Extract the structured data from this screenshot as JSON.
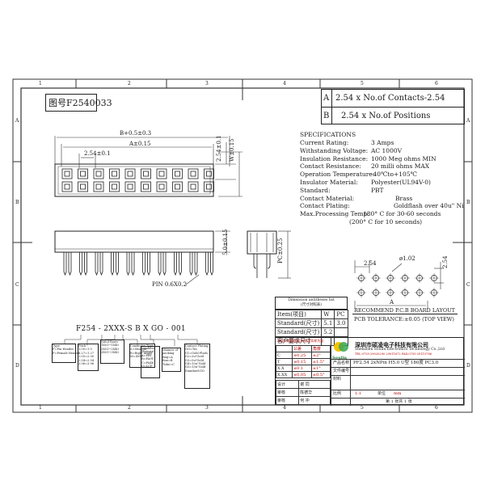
{
  "drawing_no_label": "图号",
  "drawing_no": "F2540033",
  "header_rows": [
    {
      "letter": "A",
      "text": "2.54 x No.of Contacts-2.54"
    },
    {
      "letter": "B",
      "text": "2.54 x No.of Positions"
    }
  ],
  "grid_cols": [
    "1",
    "2",
    "3",
    "4",
    "5",
    "6"
  ],
  "grid_rows": [
    "A",
    "B",
    "C",
    "D"
  ],
  "specs": {
    "title": "SPECIFICATIONS",
    "rows": [
      {
        "label": "Current Rating:",
        "value": "3 Amps"
      },
      {
        "label": "Withstanding Voltage:",
        "value": "AC  1000V"
      },
      {
        "label": "Insulation Resistance:",
        "value": "1000 Meg ohms MIN"
      },
      {
        "label": "Contact Resistance:",
        "value": "20 milli ohms MAX"
      },
      {
        "label": "Operation Temperature:",
        "value": "-40℃to+105℃"
      },
      {
        "label": "Insulator Material:",
        "value": "Polyester(UL94V-0)"
      },
      {
        "label": "Standard:",
        "value": "PBT"
      },
      {
        "label": "Contact Material:",
        "value": "Brass"
      },
      {
        "label": "Contact Plating:",
        "value": "Goldflash over 40u\" Ni"
      },
      {
        "label": "Max.Processing Temp:",
        "value": "180° C for 30-60 seconds"
      }
    ],
    "extra": "(200° C for 10 seconds)"
  },
  "front_dims": {
    "b": "B+0.5±0.3",
    "a": "A±0.15",
    "pitch": "2.54±0.1",
    "h": "2.54±0.1",
    "w": "W±0.15"
  },
  "side_dims": {
    "height": "5.0±0.15",
    "pc": "PC±0.25",
    "pin": "PIN  0.6X0.2"
  },
  "pcb": {
    "pitch_x": "2.54",
    "pitch_y": "2.54",
    "hole": "ø1.02",
    "dim_a": "A",
    "title": "RECOMMEND P.C.B BOARD LAYOUT",
    "tolerance": "PCB TOLERANCE:±0.05 (TOP VIEW)"
  },
  "dimension_table": {
    "title": "Dimension antitheses list",
    "subtitle": "(尺寸对照表)",
    "headers": [
      "Item(项目)",
      "W",
      "PC"
    ],
    "rows": [
      [
        "Standard(尺寸)",
        "5.1",
        "3.0"
      ],
      [
        "Standard(尺寸)",
        "5.2",
        ""
      ],
      [
        "客户要求尺寸",
        "",
        ""
      ]
    ]
  },
  "part_code": {
    "text": "F254 - 2XXX-S  B  X   GO - 001",
    "legends": [
      "Type\nF=Pin Header\nF=Female Header",
      "Pitch\n1.00=1.0\n1.27=1.27\n2.00=2.00\n2.54=2.54\n3.96=3.96",
      "No.of Rows\n1X01~1X40\n2X01~2X40\n3X01~3X40",
      "Connector Type\nS=Straight\nR=Right Angle\nM=SMT",
      "Insulated\nMaterial\nA=PBT\nB=PA9T\nC=PA46\nD=LCP",
      "Manner of\npacking\nBag=A\nBox=B\nTube=C",
      "Contact Plating\nGO=Tin\nG1=Gold Flash\nG2=3u\"Gold\nG3=5u\"Gold\nG4=10u\"Gold\nG5=15u\"Gold\nStandard:GO"
    ]
  },
  "title_block": {
    "company_cn": "深圳市硕凌电子科技有限公司",
    "company_en": "Shenzhen Soulin Electronics Technology Co.,Ltd",
    "contact": "TEL:0755-29020290  29011672   FAX:0755-29115786",
    "logo": "Soulin",
    "product_label": "产品名称",
    "product_name": "PF2.54 2xNPin H5.0 U型 180度 PC3.0",
    "scale_label": "比例",
    "scale": "1:1",
    "unit_label": "单位",
    "unit": "mm",
    "sheet": "第 1 张共 1 张",
    "doc_label": "文件编号",
    "tol_header": "未注公差按此值  外观以实样为准",
    "tol_rows": [
      [
        "",
        "公差",
        "角度"
      ],
      [
        "C",
        "±0.25",
        "±2°"
      ],
      [
        "T",
        "±0.15",
        "±1.5°"
      ],
      [
        "X.X",
        "±0.1",
        "±1°"
      ],
      [
        "X.XX",
        "±0.05",
        "±0.5°"
      ]
    ],
    "sign_rows": [
      [
        "设计",
        "谢 同"
      ],
      [
        "审核",
        "陈德华"
      ],
      [
        "审核",
        "何 冲"
      ]
    ],
    "material_label": "材料"
  }
}
